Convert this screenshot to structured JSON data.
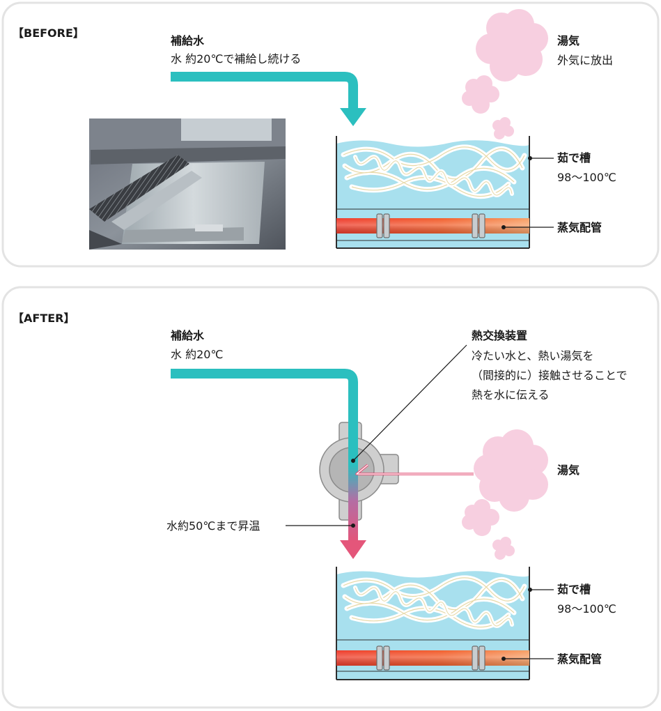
{
  "before": {
    "header": "【BEFORE】",
    "supply_title": "補給水",
    "supply_desc": "水 約20℃で補給し続ける",
    "steam_title": "湯気",
    "steam_desc": "外気に放出",
    "tank_title": "茹で槽",
    "tank_temp": "98〜100℃",
    "pipe_label": "蒸気配管"
  },
  "after": {
    "header": "【AFTER】",
    "supply_title": "補給水",
    "supply_desc": "水 約20℃",
    "hx_title": "熱交換装置",
    "hx_desc_lines": [
      "冷たい水と、熱い湯気を",
      "（間接的に）接触させることで",
      "熱を水に伝える"
    ],
    "steam_title": "湯気",
    "heated_label": "水約50℃まで昇温",
    "tank_title": "茹で槽",
    "tank_temp": "98〜100℃",
    "pipe_label": "蒸気配管"
  },
  "colors": {
    "water_pipe": "#2bbfbf",
    "hot_pipe": "#e4567a",
    "steam": "#f7cfe0",
    "tank_water": "#a8e0ee",
    "steam_pipe": "#f05a2a",
    "panel_border": "#e3e3e3"
  },
  "icons": [
    "steam-cloud-icon",
    "noodles-icon",
    "arrow-down-icon"
  ]
}
